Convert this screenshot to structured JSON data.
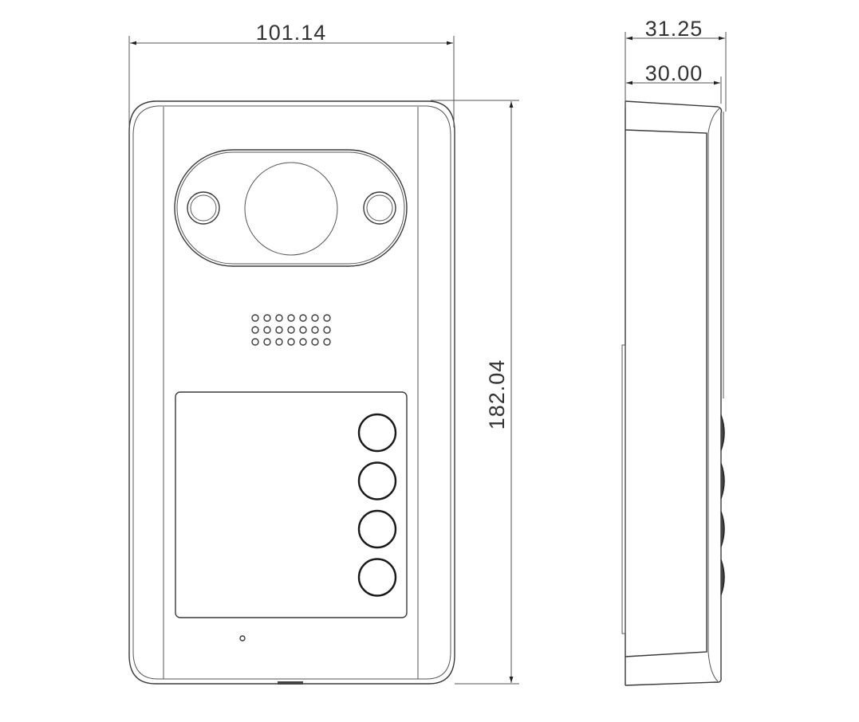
{
  "dimensions": {
    "front_width": "101.14",
    "front_height": "182.04",
    "side_depth_total": "31.25",
    "side_depth_body": "30.00"
  },
  "parts": {
    "call_buttons": 4,
    "speaker_grille": {
      "rows": 3,
      "columns": 7
    }
  },
  "colors": {
    "line": "#3a3a3a",
    "background": "#ffffff"
  }
}
